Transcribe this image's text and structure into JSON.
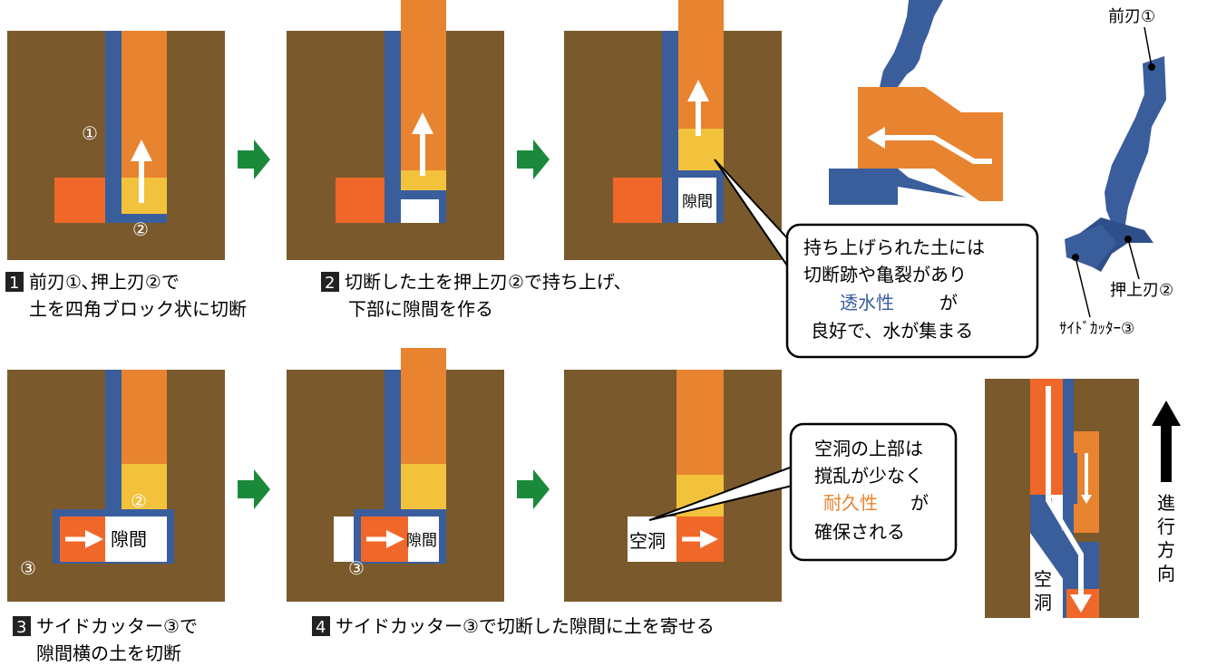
{
  "colors": {
    "soil": "#7a5a2c",
    "blade": "#3a5d9c",
    "soil_raised": "#e8832f",
    "soil_lower": "#f2c23c",
    "cut_block": "#f0672a",
    "arrow_green": "#1a8a3a",
    "callout_blue": "#3a5d9c",
    "callout_orange": "#e8832f"
  },
  "panel_labels": {
    "p1_marker": "①",
    "p1_bottom": "②",
    "p3_gap": "隙間",
    "p4_bottom": "②",
    "p4_gap": "隙間",
    "p4_side": "③",
    "p5_gap": "隙間",
    "p5_side": "③",
    "p6_cavity": "空洞"
  },
  "captions": {
    "step1_num": "1",
    "step1_line1": "前刃①､押上刃②で",
    "step1_line2": "土を四角ブロック状に切断",
    "step2_num": "2",
    "step2_line1": "切断した土を押上刃②で持ち上げ、",
    "step2_line2": "下部に隙間を作る",
    "step3_num": "3",
    "step3_line1": "サイドカッター③で",
    "step3_line2": "隙間横の土を切断",
    "step4_num": "4",
    "step4_line1": "サイドカッター③で切断した隙間に土を寄せる"
  },
  "callout_top": {
    "line1": "持ち上げられた土には",
    "line2": "切断跡や亀裂があり",
    "line3_highlight": "透水性",
    "line3_rest": "が",
    "line4": "良好で、水が集まる"
  },
  "callout_bottom": {
    "line1": "空洞の上部は",
    "line2": "撹乱が少なく",
    "line3_highlight": "耐久性",
    "line3_rest": "が",
    "line4": "確保される"
  },
  "tool_labels": {
    "front_blade": "前刃①",
    "push_blade": "押上刃②",
    "side_cutter": "ｻｲﾄﾞｶｯﾀｰ③"
  },
  "direction_label": [
    "進",
    "行",
    "方",
    "向"
  ],
  "cross_section_cavity": [
    "空",
    "洞"
  ],
  "icons": {
    "step_arrow": "right-arrow-icon",
    "up_arrow": "up-arrow-icon",
    "right_arrow": "right-arrow-icon",
    "direction_arrow": "up-arrow-icon"
  }
}
